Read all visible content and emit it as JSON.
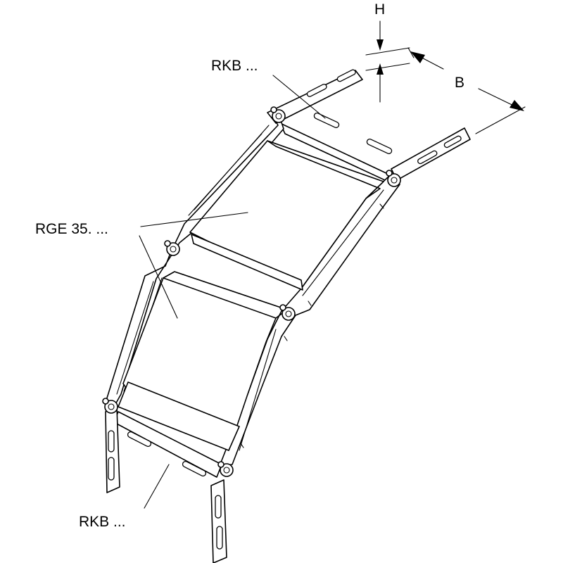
{
  "labels": {
    "height": "H",
    "width": "B",
    "connector_top": "RKB ...",
    "bend_part": "RGE 35. ...",
    "connector_bottom": "RKB ..."
  }
}
